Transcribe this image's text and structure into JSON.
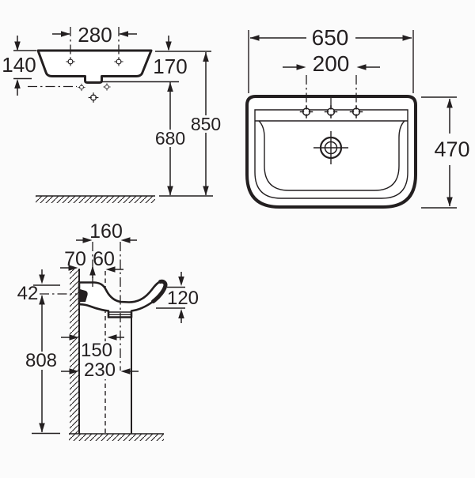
{
  "colors": {
    "line": "#231f20",
    "bg": "#fbfbfb"
  },
  "front_view": {
    "hole_spacing": "280",
    "height_left": "140",
    "height_right": "170",
    "underside_to_floor": "680",
    "rim_to_floor": "850"
  },
  "plan_view": {
    "overall_width": "650",
    "taphole_spacing": "200",
    "overall_depth": "470"
  },
  "side_view": {
    "fixing_to_drain": "160",
    "wall_to_fixing": "70",
    "fixing_to_supply": "60",
    "rim_to_fixing_line": "42",
    "apron_height": "120",
    "wall_to_supply": "150",
    "wall_to_drain": "230",
    "fixing_line_to_floor": "808"
  }
}
